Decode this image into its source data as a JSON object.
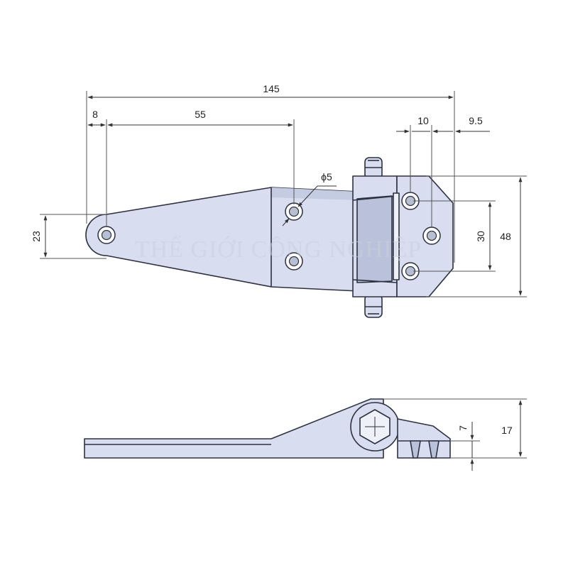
{
  "colors": {
    "part_fill": "#d8def0",
    "part_shadow": "#b9c2da",
    "outline": "#2d3140",
    "dimension_line": "#333333"
  },
  "dimensions": {
    "overall_length": "145",
    "end_to_first_hole": "8",
    "hole_spacing_leaf": "55",
    "hole_diameter": "ϕ5",
    "end_width": "23",
    "plate_hole_spacing_x": "10",
    "plate_edge_offset": "9.5",
    "plate_hole_spacing_y": "30",
    "plate_height": "48",
    "hinge_offset": "7",
    "hinge_height": "17"
  },
  "watermark": "THẾ GIỚI CÔNG NGHIỆP"
}
